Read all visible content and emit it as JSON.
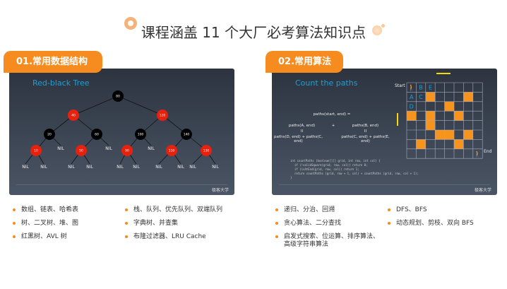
{
  "heading": "课程涵盖 11 个大厂必考算法知识点",
  "sections": [
    {
      "tab": "01.常用数据结构",
      "card_title": "Red-black Tree",
      "logo": "极客大学",
      "items_left": [
        "数组、链表、哈希表",
        "树、二叉树、堆、图",
        "红黑树、AVL 树"
      ],
      "items_right": [
        "栈、队列、优先队列、双端队列",
        "字典树、并查集",
        "布隆过滤器、LRU Cache"
      ]
    },
    {
      "tab": "02.常用算法",
      "card_title": "Count the paths",
      "logo": "极客大学",
      "items_left": [
        "递归、分治、回溯",
        "贪心算法、二分查找",
        "启发式搜索、位运算、排序算法、高级字符串算法"
      ],
      "items_right": [
        "DFS、BFS",
        "动态规划、剪枝、双向 BFS"
      ]
    }
  ],
  "tree": {
    "nil_label": "NIL",
    "nodes": [
      {
        "v": "80",
        "c": "black"
      },
      {
        "v": "40",
        "c": "red",
        "p": 0
      },
      {
        "v": "120",
        "c": "red",
        "p": 0
      },
      {
        "v": "20",
        "c": "black",
        "p": 1
      },
      {
        "v": "60",
        "c": "black",
        "p": 1
      },
      {
        "v": "100",
        "c": "black",
        "p": 2
      },
      {
        "v": "140",
        "c": "black",
        "p": 2
      },
      {
        "v": "10",
        "c": "red",
        "p": 3
      },
      {
        "v": "50",
        "c": "red",
        "p": 4
      },
      {
        "v": "90",
        "c": "red",
        "p": 5
      },
      {
        "v": "110",
        "c": "red",
        "p": 6
      },
      {
        "v": "130",
        "c": "red",
        "p": 6
      }
    ]
  },
  "paths": {
    "formula": [
      "paths(start, end) =",
      "paths(A, end)",
      "+",
      "paths(B, end)",
      "II",
      "II",
      "paths(D, end) + paths(C, end)",
      "paths(C, end) + paths(E, end)"
    ],
    "code": [
      "int countPaths (boolean[][] grid, int row, int col) {",
      "  if (!validSquare(grid, row, col)) return 0;",
      "  if (isAtEnd(grid, row, col)) return 1;",
      "  return countPaths (grid, row + 1, col) + countPaths (grid, row, col + 1);",
      "}"
    ],
    "start_label": "Start",
    "end_label": "End",
    "letters": [
      "A",
      "B",
      "C",
      "D",
      "E"
    ],
    "grid_size": 8,
    "blocked": [
      [
        1,
        2
      ],
      [
        1,
        6
      ],
      [
        2,
        4
      ],
      [
        3,
        0
      ],
      [
        3,
        2
      ],
      [
        3,
        5
      ],
      [
        4,
        2
      ],
      [
        5,
        3
      ],
      [
        5,
        4
      ],
      [
        5,
        6
      ],
      [
        6,
        1
      ],
      [
        6,
        5
      ]
    ],
    "block_color": "#f7941d"
  },
  "colors": {
    "accent": "#f68b1f",
    "red_node": "#e8210e",
    "black_node": "#000000",
    "title_blue": "#1aa0d8"
  }
}
